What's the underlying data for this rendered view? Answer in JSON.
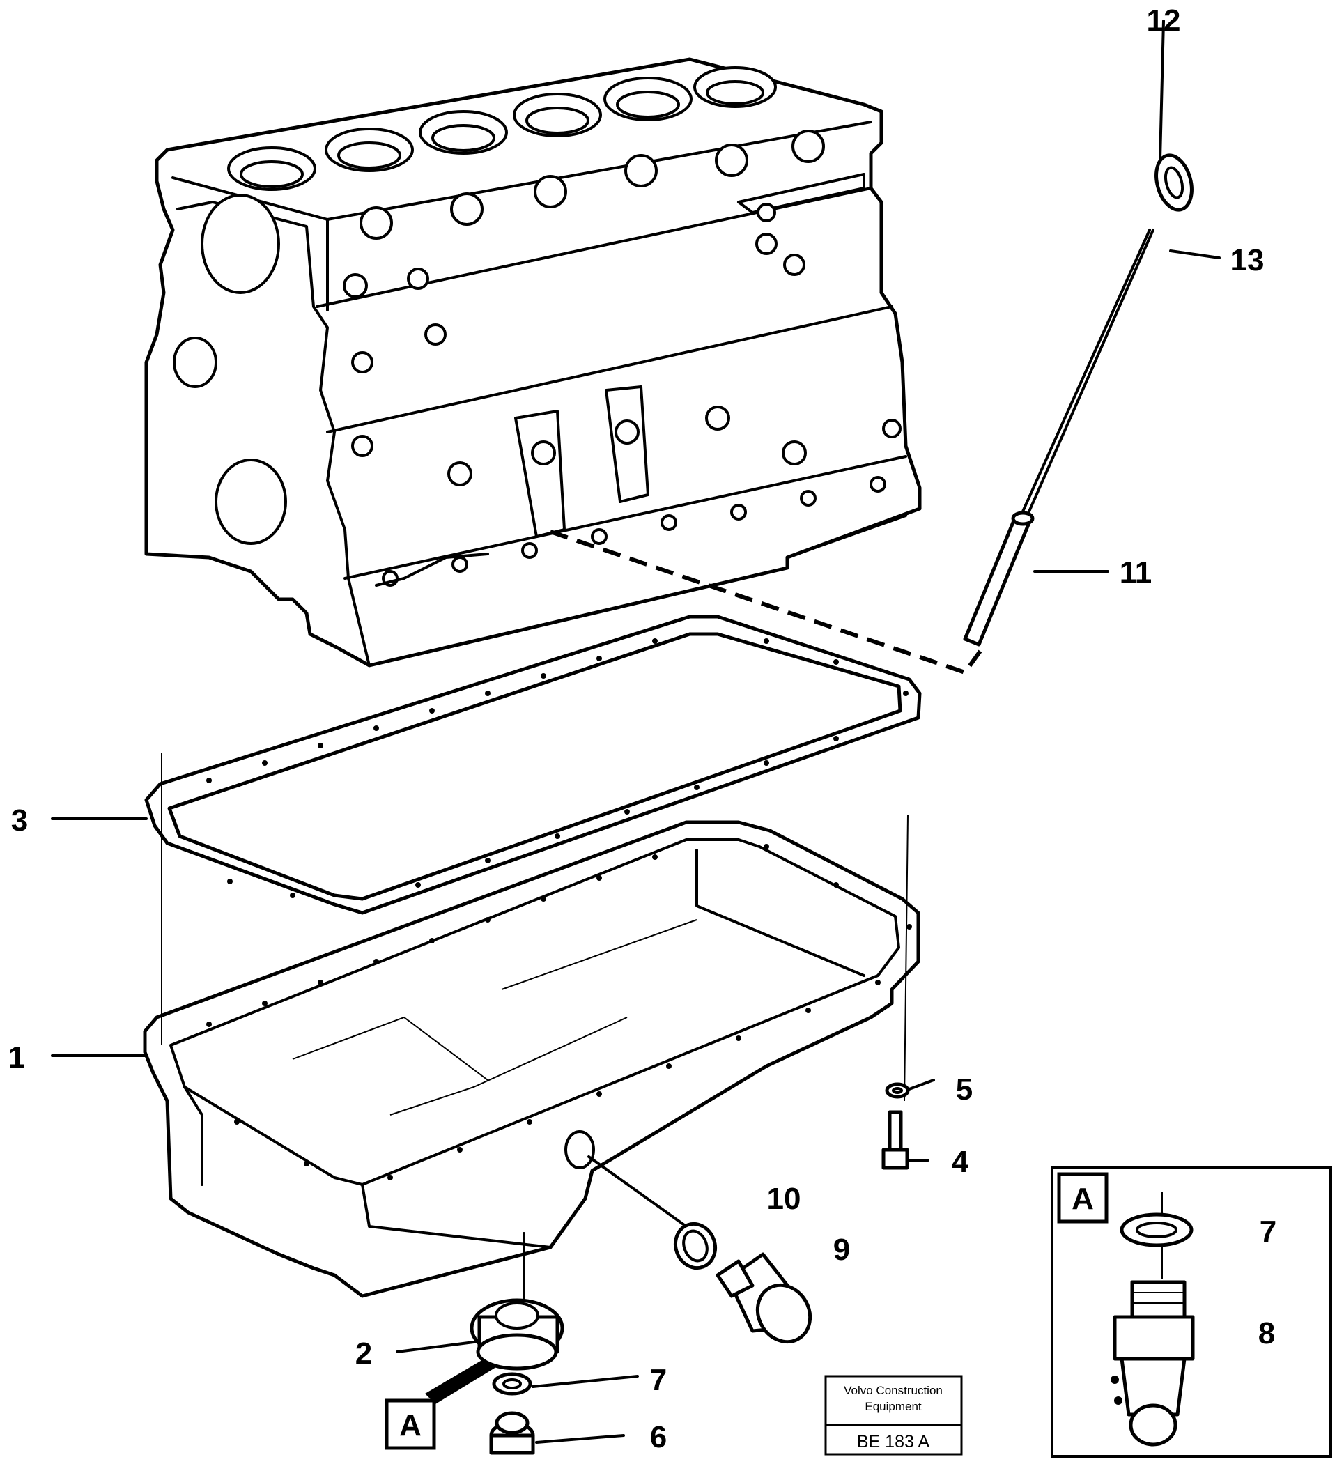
{
  "callouts": {
    "c1": "1",
    "c2": "2",
    "c3": "3",
    "c4": "4",
    "c5": "5",
    "c6": "6",
    "c7a": "7",
    "c7b": "7",
    "c8": "8",
    "c9": "9",
    "c10": "10",
    "c11": "11",
    "c12": "12",
    "c13": "13"
  },
  "detail_marker": {
    "main": "A",
    "inset": "A"
  },
  "stamp": {
    "line1": "Volvo Construction",
    "line2": "Equipment",
    "code": "BE 183 A"
  }
}
